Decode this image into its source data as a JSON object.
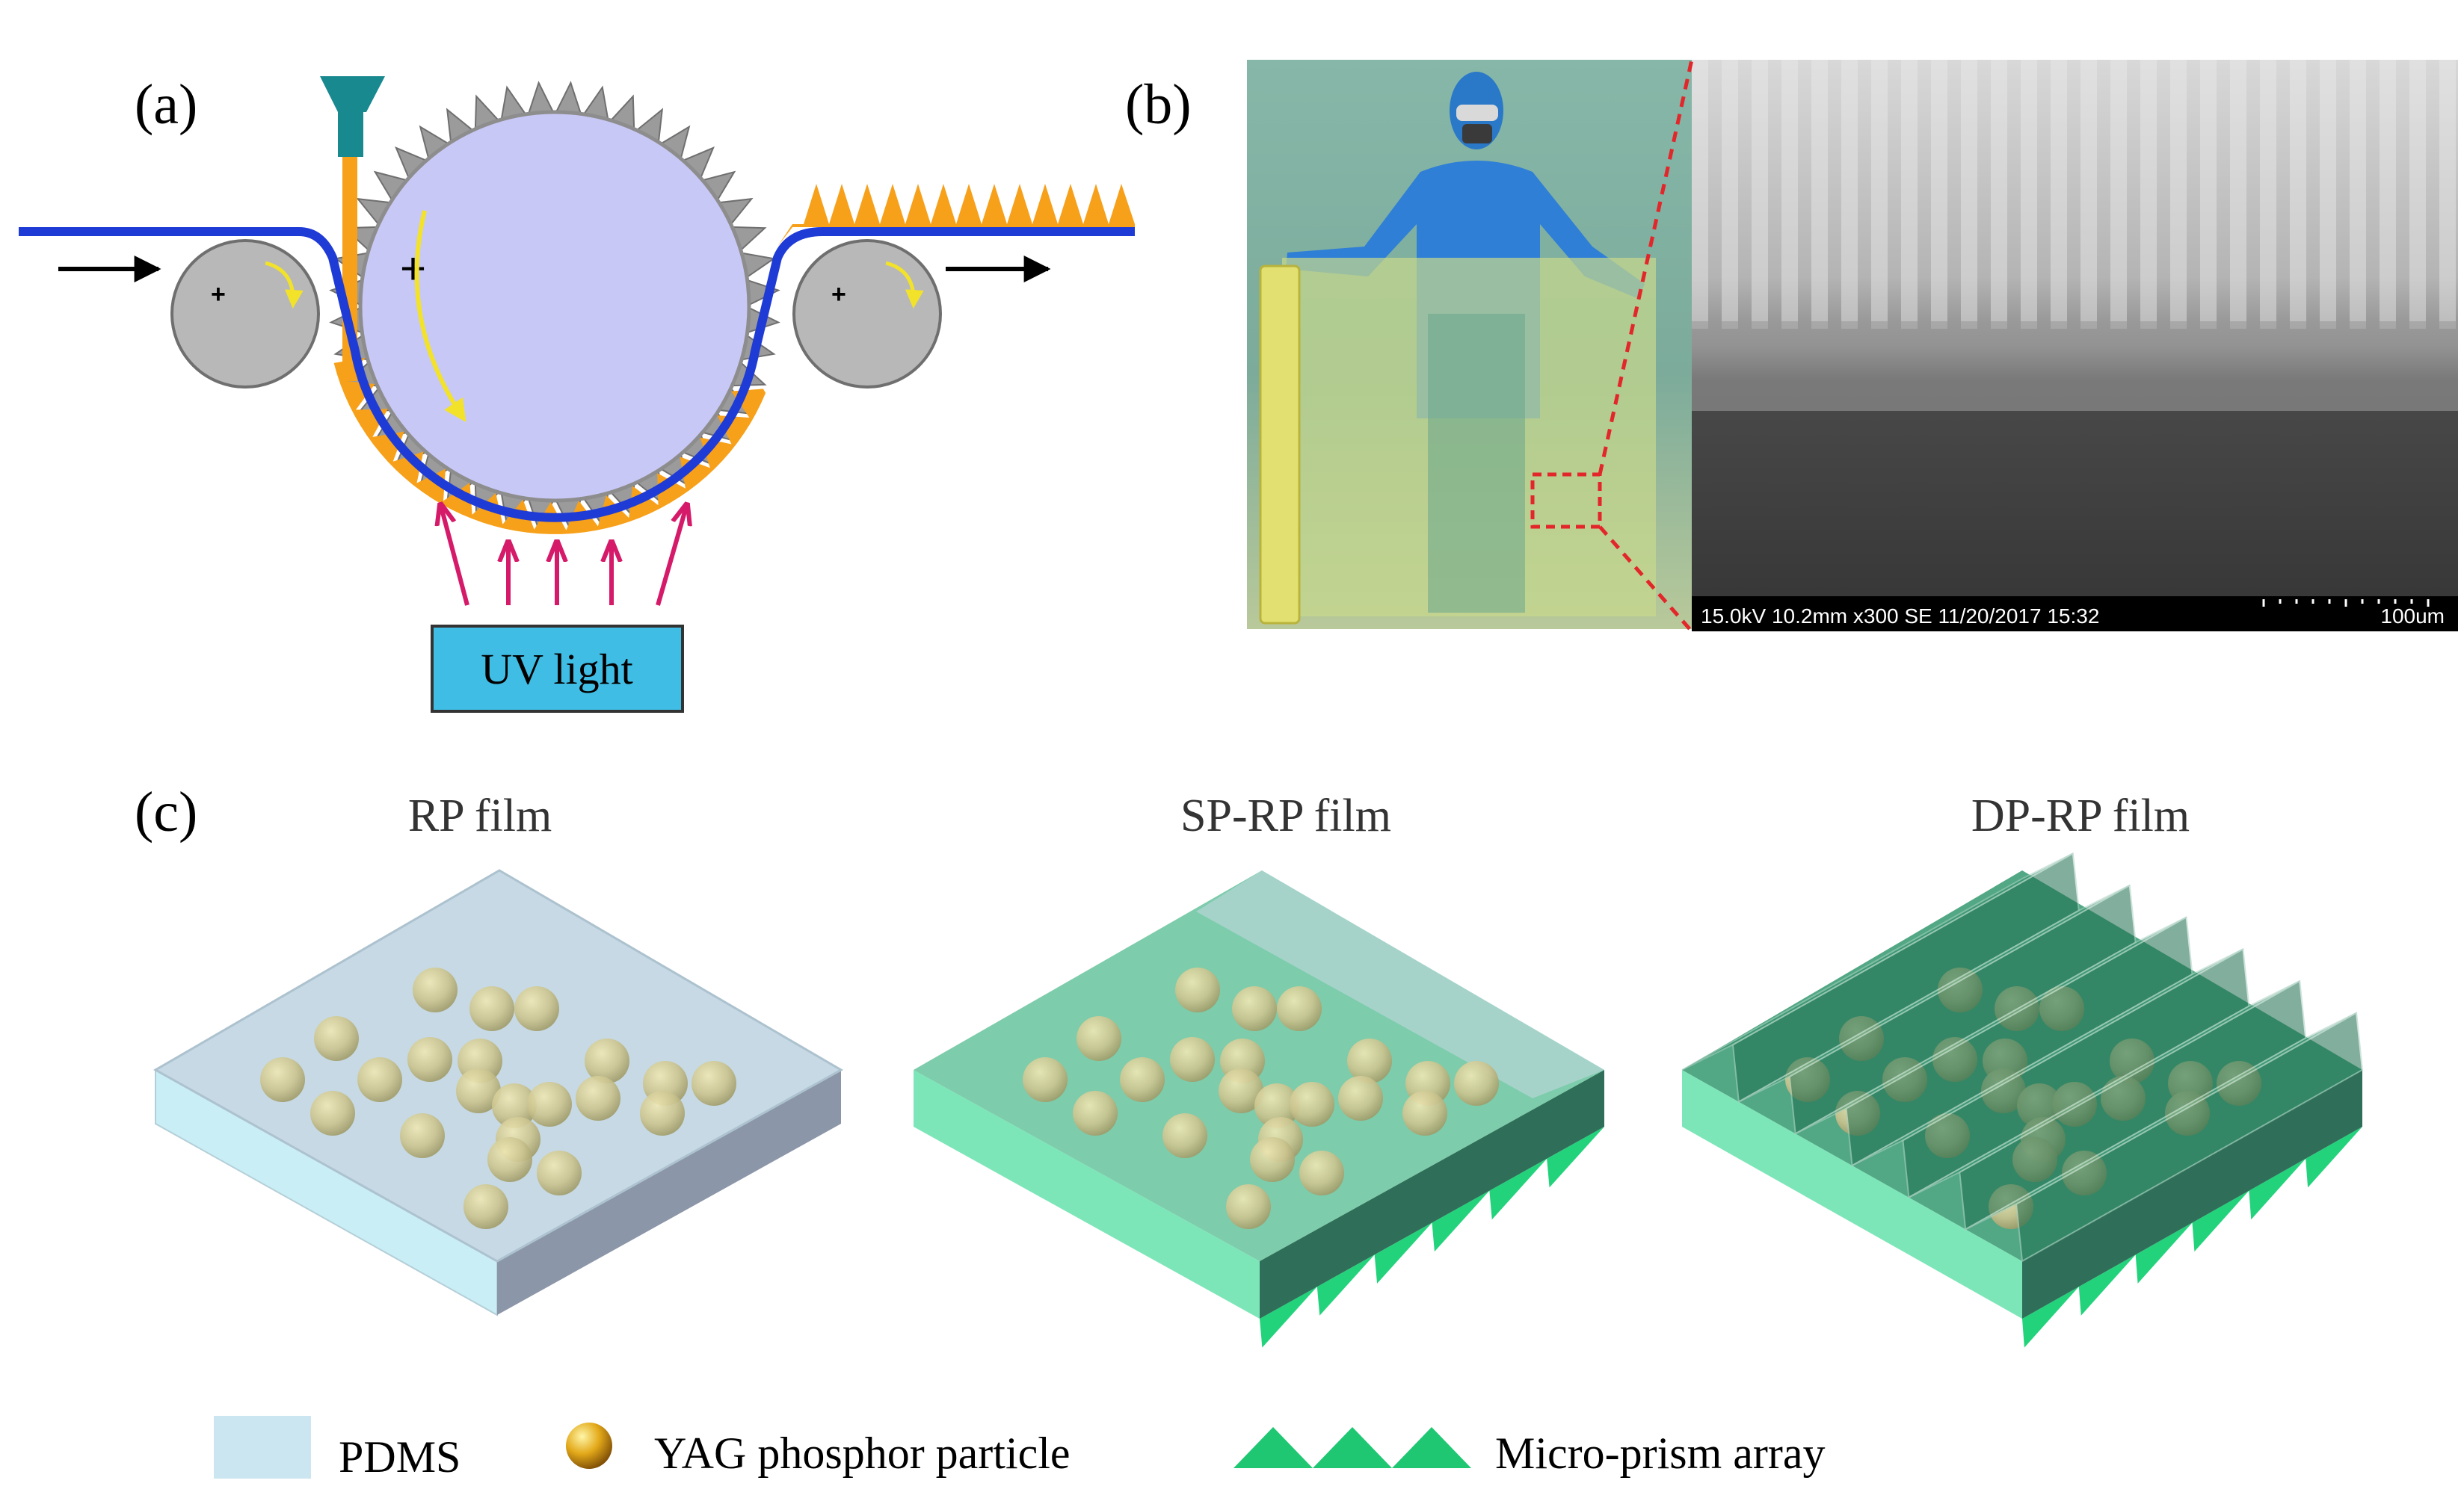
{
  "panels": {
    "a": {
      "label": "(a)",
      "uv_label": "UV light",
      "plus": "+"
    },
    "b": {
      "label": "(b)",
      "sem_info": "15.0kV 10.2mm x300 SE 11/20/2017 15:32",
      "sem_scale": "100um"
    },
    "c": {
      "label": "(c)",
      "films": [
        {
          "title": "RP film"
        },
        {
          "title": "SP-RP film"
        },
        {
          "title": "DP-RP film"
        }
      ]
    }
  },
  "legend": {
    "pdms": "PDMS",
    "phosphor": "YAG phosphor particle",
    "prism": "Micro-prism array"
  },
  "colors": {
    "film_line": "#1f3bd6",
    "drum": "#c8c8f7",
    "teeth": "#9b9b9b",
    "resin": "#f7a01a",
    "nozzle": "#17898f",
    "uv_arrow": "#d51a6a",
    "uv_box": "#40bde4",
    "roller": "#b8b8b8",
    "pdms": "#cbe6f0",
    "prism": "#1fc773",
    "phosphor": "#cdc896"
  }
}
